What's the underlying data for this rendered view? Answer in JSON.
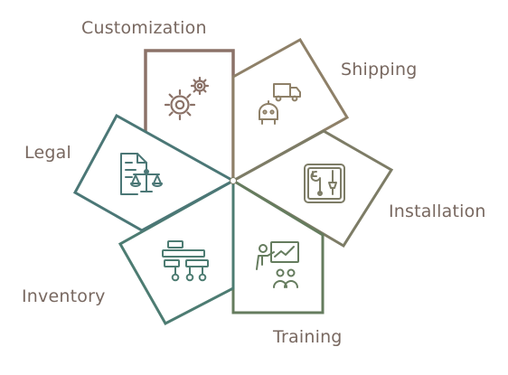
{
  "colors": {
    "customization": "#8b7268",
    "shipping": "#8e8068",
    "installation": "#7d7c66",
    "training": "#657c5e",
    "inventory": "#4d7c72",
    "legal": "#4b7776",
    "label_text": "#786860"
  },
  "segments": [
    {
      "key": "customization",
      "label": "Customization",
      "icon": "gears-icon"
    },
    {
      "key": "shipping",
      "label": "Shipping",
      "icon": "delivery-truck-robot-icon"
    },
    {
      "key": "installation",
      "label": "Installation",
      "icon": "toolbox-tools-icon"
    },
    {
      "key": "training",
      "label": "Training",
      "icon": "presentation-trainer-icon"
    },
    {
      "key": "inventory",
      "label": "Inventory",
      "icon": "shelf-hierarchy-icon"
    },
    {
      "key": "legal",
      "label": "Legal",
      "icon": "legal-document-scales-icon"
    }
  ]
}
